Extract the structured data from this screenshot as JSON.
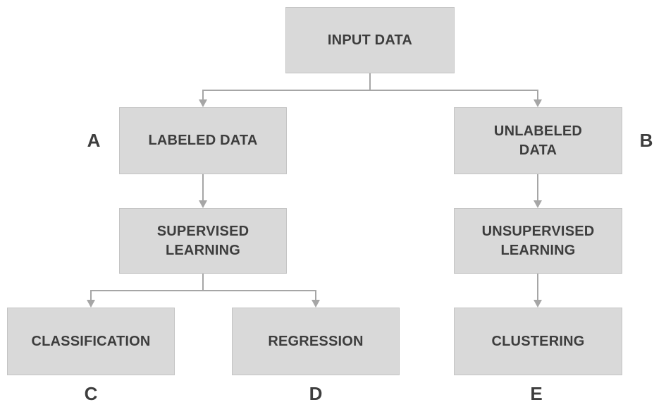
{
  "diagram": {
    "nodes": {
      "input_data": "INPUT DATA",
      "labeled_data": "LABELED DATA",
      "unlabeled_data": "UNLABELED\nDATA",
      "supervised_learning": "SUPERVISED\nLEARNING",
      "unsupervised_learning": "UNSUPERVISED\nLEARNING",
      "classification": "CLASSIFICATION",
      "regression": "REGRESSION",
      "clustering": "CLUSTERING"
    },
    "markers": {
      "a": "A",
      "b": "B",
      "c": "C",
      "d": "D",
      "e": "E"
    },
    "colors": {
      "box_fill": "#d9d9d9",
      "box_border": "#c4c4c4",
      "connector": "#a6a6a6",
      "text": "#3d3d3d"
    }
  }
}
